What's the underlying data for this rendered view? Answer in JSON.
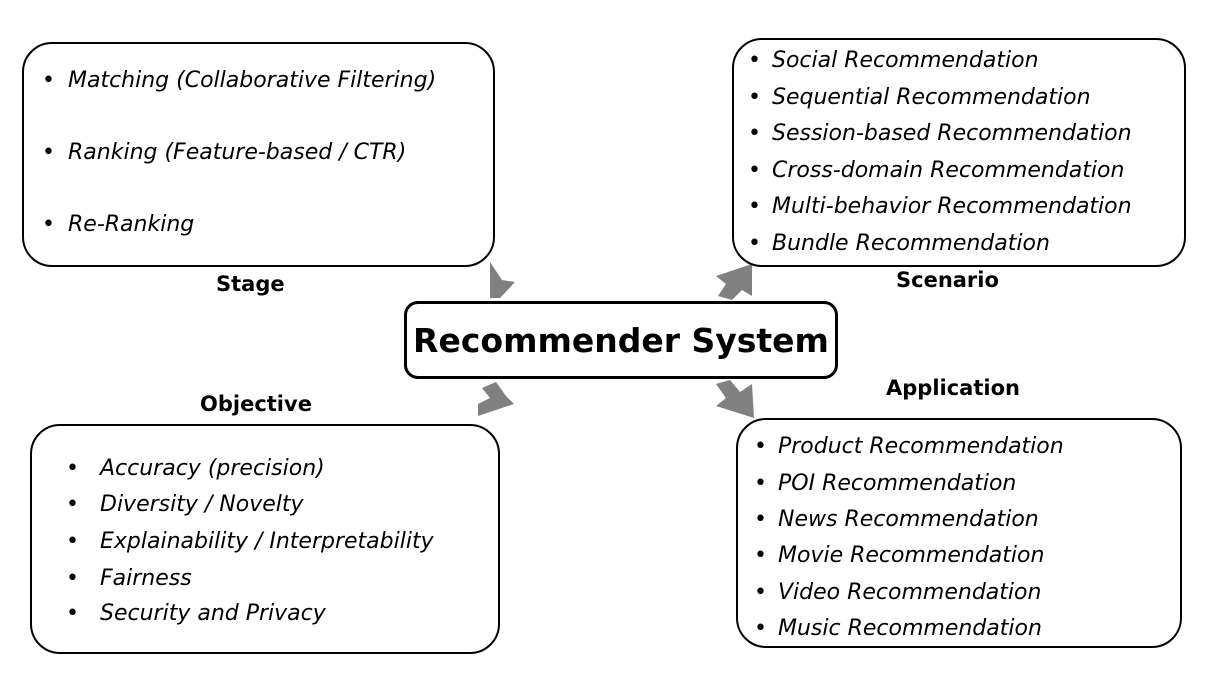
{
  "center_title": "Recommender System",
  "stage": {
    "label": "Stage",
    "items": [
      "Matching (Collaborative Filtering)",
      "Ranking (Feature-based / CTR)",
      "Re-Ranking"
    ]
  },
  "scenario": {
    "label": "Scenario",
    "items": [
      "Social Recommendation",
      "Sequential Recommendation",
      "Session-based Recommendation",
      "Cross-domain Recommendation",
      "Multi-behavior Recommendation",
      "Bundle Recommendation"
    ]
  },
  "objective": {
    "label": "Objective",
    "items": [
      "Accuracy (precision)",
      "Diversity / Novelty",
      "Explainability / Interpretability",
      "Fairness",
      "Security and Privacy"
    ]
  },
  "application": {
    "label": "Application",
    "items": [
      "Product Recommendation",
      "POI Recommendation",
      "News Recommendation",
      "Movie Recommendation",
      "Video Recommendation",
      "Music Recommendation"
    ]
  },
  "colors": {
    "arrow": "#808080",
    "border": "#000000"
  },
  "bullet_glyph": "•"
}
